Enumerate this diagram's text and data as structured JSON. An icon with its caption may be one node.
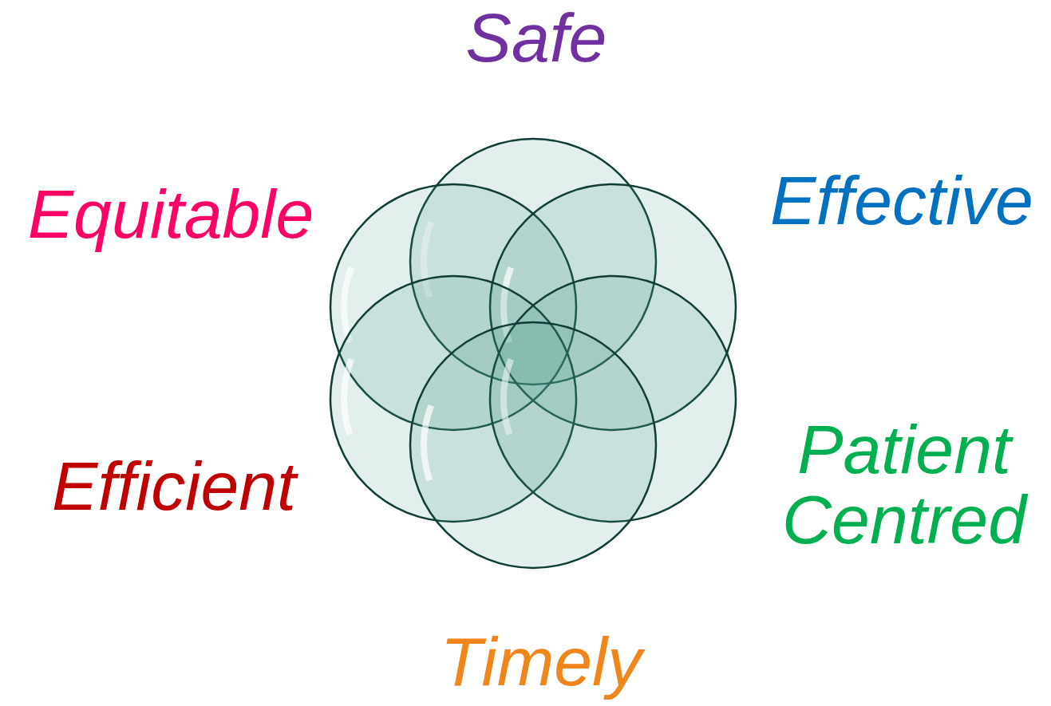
{
  "diagram": {
    "nodes": [
      {
        "text": [],
        "shape": "circle",
        "beside": [
          "Safe"
        ]
      },
      {
        "text": [],
        "shape": "circle",
        "beside": [
          "Equitable"
        ]
      },
      {
        "text": [],
        "shape": "circle",
        "beside": [
          "Effective"
        ]
      },
      {
        "text": [],
        "shape": "circle",
        "beside": [
          "Efficient"
        ]
      },
      {
        "text": [],
        "shape": "circle",
        "beside": [
          "Patient Centred"
        ]
      },
      {
        "text": [],
        "shape": "circle",
        "beside": [
          "Timely"
        ]
      }
    ]
  }
}
